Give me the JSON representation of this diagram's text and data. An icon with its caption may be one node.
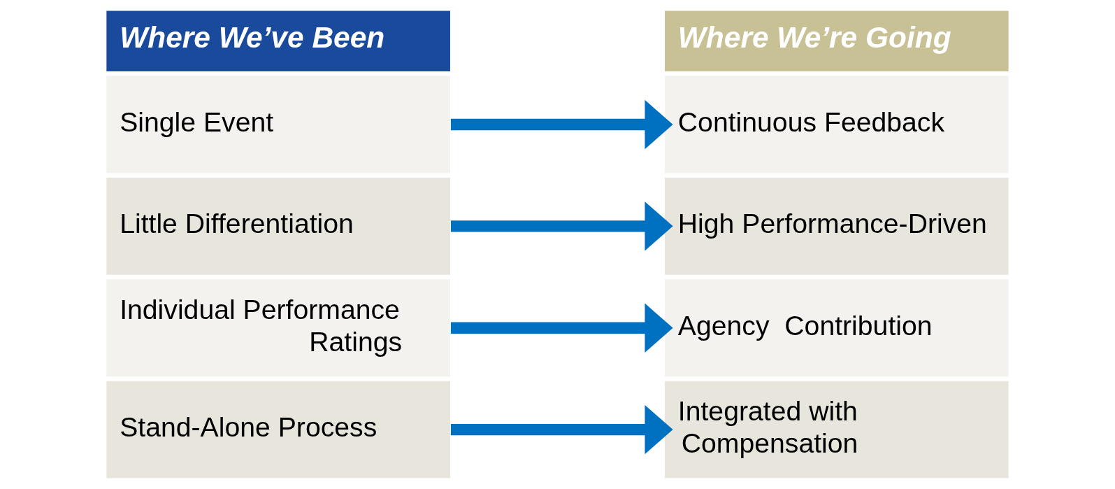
{
  "diagram": {
    "nodes": [
      {
        "text": [
          "Where We’ve Been"
        ]
      },
      {
        "text": [
          "Single Event"
        ]
      },
      {
        "text": [
          "Little Differentiation"
        ]
      },
      {
        "text": [
          "Individual Performance Ratings"
        ]
      },
      {
        "text": [
          "Stand-Alone Process"
        ]
      },
      {
        "text": [
          "Where We’re Going"
        ]
      },
      {
        "text": [
          "Continuous Feedback"
        ]
      },
      {
        "text": [
          "High Performance-Driven"
        ]
      },
      {
        "text": [
          "Agency  Contribution"
        ]
      },
      {
        "text": [
          "Integrated with Compensation"
        ]
      }
    ],
    "edges": [
      {
        "from": 1,
        "to": 6,
        "arrow": "to"
      },
      {
        "from": 2,
        "to": 7,
        "arrow": "to"
      },
      {
        "from": 3,
        "to": 8,
        "arrow": "to"
      },
      {
        "from": 4,
        "to": 9,
        "arrow": "to"
      }
    ]
  }
}
